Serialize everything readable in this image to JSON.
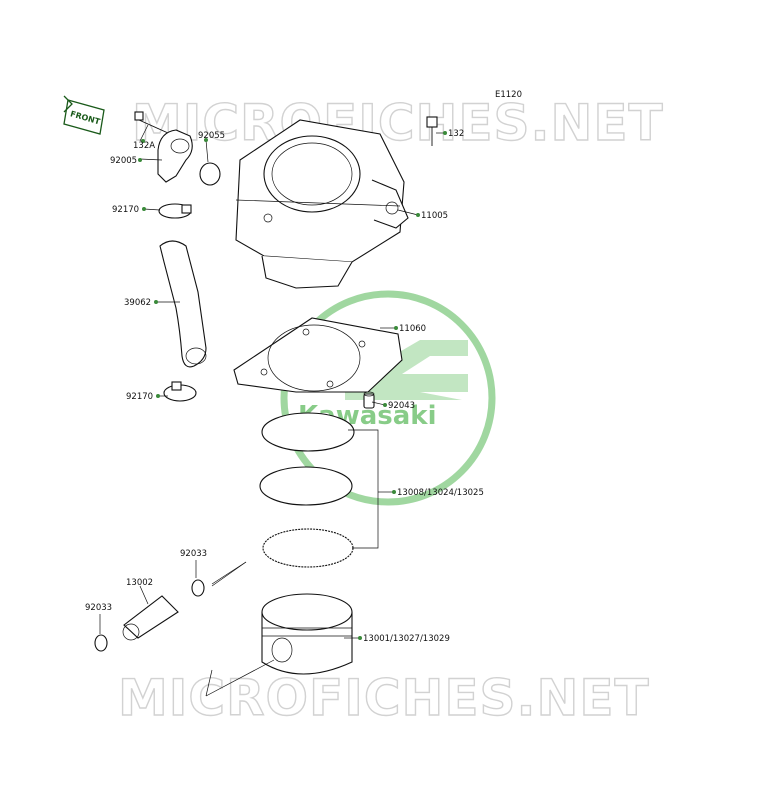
{
  "diagram": {
    "ref_code": "E1120",
    "front_label": "FRONT",
    "watermark_top": "MICROFICHES.NET",
    "watermark_bottom": "MICROFICHES.NET",
    "logo_text": "Kawasaki",
    "colors": {
      "logo": "#7cc77c",
      "callout_dot": "#3a8a3a",
      "watermark": "#d2d2d2",
      "lines": "#111111"
    },
    "parts": {
      "p132a": "132A",
      "p92005": "92005",
      "p92055": "92055",
      "p132": "132",
      "p11005": "11005",
      "p92170_top": "92170",
      "p39062": "39062",
      "p11060": "11060",
      "p92170_bottom": "92170",
      "p92043": "92043",
      "p13008": "13008/13024/13025",
      "p92033_right": "92033",
      "p13002": "13002",
      "p92033_left": "92033",
      "p13001": "13001/13027/13029"
    }
  }
}
